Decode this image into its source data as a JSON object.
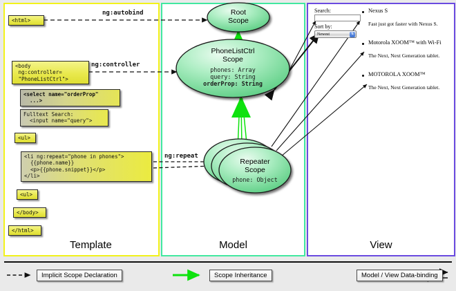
{
  "panels": {
    "template": {
      "label": "Template",
      "border_color": "#f2f21a"
    },
    "model": {
      "label": "Model",
      "border_color": "#41e8a0"
    },
    "view": {
      "label": "View",
      "border_color": "#6a4ae0"
    }
  },
  "template_code": [
    {
      "id": "html-open",
      "text": "<html>"
    },
    {
      "id": "body-open",
      "text": "<body\n ng:controller=\n \"PhoneListCtrl\">"
    },
    {
      "id": "select-tag",
      "text": "<select name=\"orderProp\"\n  ...>"
    },
    {
      "id": "fulltext",
      "text": "Fulltext Search:\n  <input name=\"query\">"
    },
    {
      "id": "ul-open",
      "text": "<ul>"
    },
    {
      "id": "li-repeat",
      "text": "<li ng:repeat=\"phone in phones\">\n  {{phone.name}}\n  <p>{{phone.snippet}}</p>\n</li>"
    },
    {
      "id": "ul-close",
      "text": "<ul>"
    },
    {
      "id": "body-close",
      "text": "</body>"
    },
    {
      "id": "html-close",
      "text": "</html>"
    }
  ],
  "wire_labels": {
    "autobind": "ng:autobind",
    "controller": "ng:controller",
    "repeat": "ng:repeat"
  },
  "scopes": [
    {
      "id": "root",
      "title_line1": "Root",
      "title_line2": "Scope",
      "props": []
    },
    {
      "id": "phonelistctrl",
      "title_line1": "PhoneListCtrl",
      "title_line2": "Scope",
      "props": [
        {
          "text": "phones: Array",
          "bold": false
        },
        {
          "text": "query: String",
          "bold": false
        },
        {
          "text": "orderProp: String",
          "bold": true
        }
      ]
    },
    {
      "id": "repeater",
      "title_line1": "Repeater",
      "title_line2": "Scope",
      "props": [
        {
          "text": "phone: Object",
          "bold": false
        }
      ]
    }
  ],
  "view": {
    "search_label": "Search:",
    "search_value": "",
    "search_placeholder": "",
    "sort_label": "Sort by:",
    "sort_selected": "Newest",
    "sort_options": [
      "Newest"
    ],
    "phones": [
      {
        "name": "Nexus S",
        "snippet": "Fast just got faster with Nexus S."
      },
      {
        "name": "Motorola XOOM™ with Wi-Fi",
        "snippet": "The Next, Next Generation tablet."
      },
      {
        "name": "MOTOROLA XOOM™",
        "snippet": "The Next, Next Generation tablet."
      }
    ]
  },
  "legend": [
    {
      "id": "implicit-scope-declaration",
      "label": "Implicit Scope Declaration",
      "style": "dashed-arrow",
      "color": "#111111"
    },
    {
      "id": "scope-inheritance",
      "label": "Scope Inheritance",
      "style": "green-arrow",
      "color": "#0ee20e"
    },
    {
      "id": "model-view-data-binding",
      "label": "Model / View Data-binding",
      "style": "double-arrow",
      "color": "#111111"
    }
  ],
  "colors": {
    "canvas": "#eaeaea",
    "panel_fill": "#ffffff",
    "code_yellow": "#e9e94d",
    "scope_green_light": "#d6f5de",
    "scope_green_dark": "#6fd693",
    "inherit_green": "#0ee20e"
  }
}
